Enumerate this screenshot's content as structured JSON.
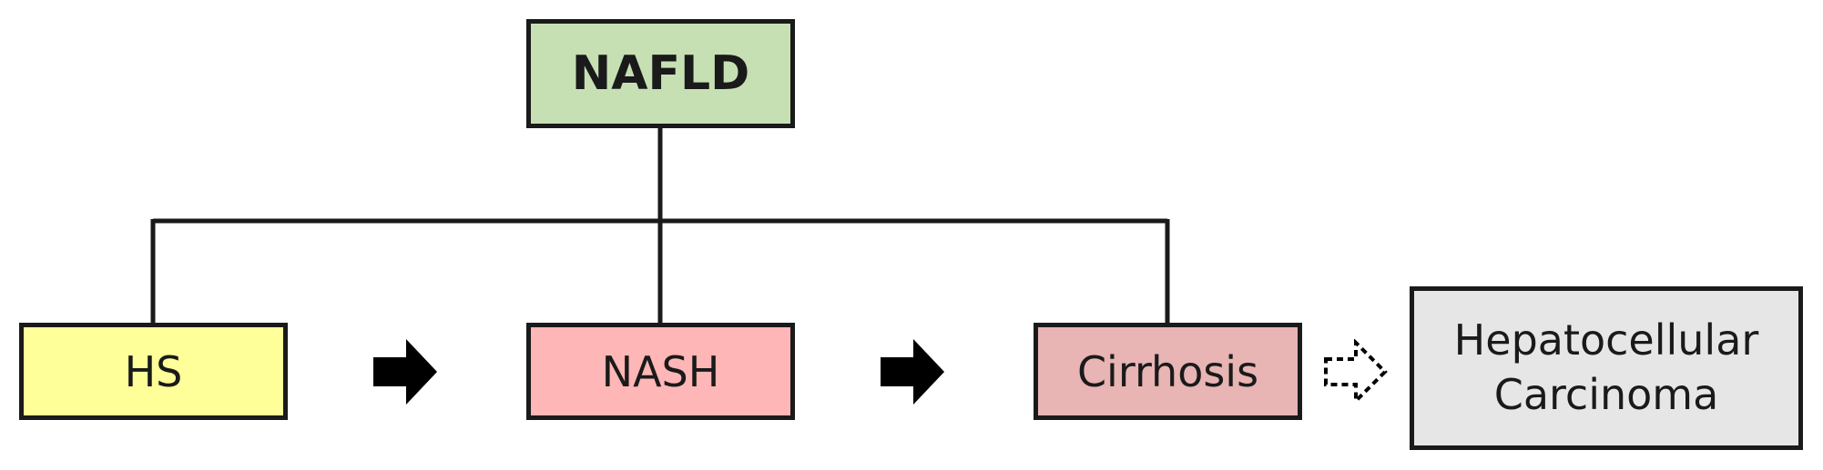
{
  "diagram": {
    "root": {
      "label": "NAFLD",
      "fill": "#c6e0b4"
    },
    "stages": [
      {
        "label": "HS",
        "fill": "#ffff99"
      },
      {
        "label": "NASH",
        "fill": "#ffb6b6"
      },
      {
        "label": "Cirrhosis",
        "fill": "#e8b4b4"
      }
    ],
    "outcome": {
      "line1": "Hepatocellular",
      "line2": "Carcinoma",
      "fill": "#e6e6e6"
    },
    "arrows": [
      {
        "style": "solid"
      },
      {
        "style": "solid"
      },
      {
        "style": "dashed"
      }
    ]
  }
}
